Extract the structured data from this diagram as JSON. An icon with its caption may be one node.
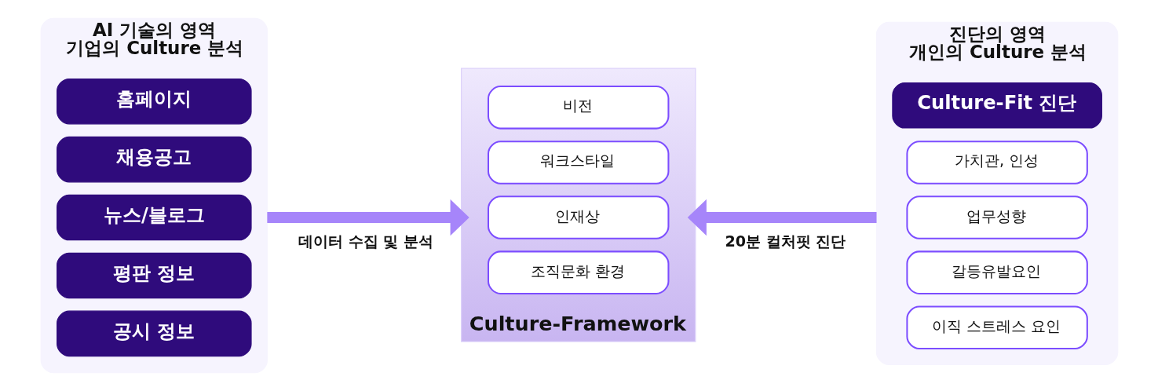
{
  "diagram": {
    "nodes": [
      {
        "text": [
          "AI 기술의 영역",
          "기업의 Culture 분석"
        ]
      },
      {
        "text": [
          "홈페이지"
        ],
        "in": 0
      },
      {
        "text": [
          "채용공고"
        ],
        "in": 0
      },
      {
        "text": [
          "뉴스/블로그"
        ],
        "in": 0
      },
      {
        "text": [
          "평판 정보"
        ],
        "in": 0
      },
      {
        "text": [
          "공시 정보"
        ],
        "in": 0
      },
      {
        "text": [
          "Culture-Framework"
        ]
      },
      {
        "text": [
          "비전"
        ],
        "in": 6
      },
      {
        "text": [
          "워크스타일"
        ],
        "in": 6
      },
      {
        "text": [
          "인재상"
        ],
        "in": 6
      },
      {
        "text": [
          "조직문화 환경"
        ],
        "in": 6
      },
      {
        "text": [
          "진단의 영역",
          "개인의 Culture 분석"
        ]
      },
      {
        "text": [
          "Culture-Fit 진단"
        ],
        "in": 11
      },
      {
        "text": [
          "가치관, 인성"
        ],
        "in": 11
      },
      {
        "text": [
          "업무성향"
        ],
        "in": 11
      },
      {
        "text": [
          "갈등유발요인"
        ],
        "in": 11
      },
      {
        "text": [
          "이직 스트레스 요인"
        ],
        "in": 11
      }
    ],
    "edges": [
      {
        "from": 0,
        "to": 6,
        "arrow": "to",
        "label": "데이터 수집 및 분석"
      },
      {
        "from": 11,
        "to": 6,
        "arrow": "to",
        "label": "20분 컬처핏 진단"
      }
    ]
  }
}
